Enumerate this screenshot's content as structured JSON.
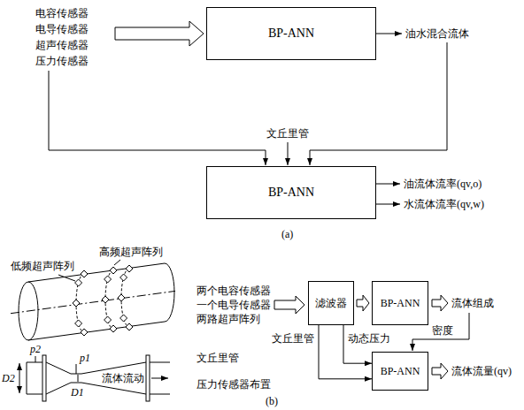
{
  "diagram": {
    "nodes": [
      {
        "text": [
          "BP-ANN"
        ]
      },
      {
        "text": [
          "BP-ANN"
        ]
      },
      {
        "text": [
          "滤波器"
        ]
      },
      {
        "text": [
          "BP-ANN"
        ]
      },
      {
        "text": [
          "BP-ANN"
        ]
      }
    ],
    "edges": [
      {
        "from": 2,
        "to": 3,
        "arrow": "to"
      },
      {
        "from": 2,
        "to": 4,
        "label": "文丘里管",
        "arrow": "to"
      },
      {
        "from": 2,
        "to": 4,
        "label": "动态压力",
        "arrow": "to"
      }
    ],
    "labels": [
      "电容传感器",
      "电导传感器",
      "超声传感器",
      "压力传感器",
      "油水混合流体",
      "文丘里管",
      "油流体流率(qv,o)",
      "水流体流率(qv,w)",
      "(a)",
      "低频超声阵列",
      "高频超声阵列",
      "p2",
      "p1",
      "D2",
      "D1",
      "流体流动",
      "文丘里管",
      "压力传感器布置",
      "两个电容传感器",
      "一个电导传感器",
      "两路超声阵列",
      "流体组成",
      "密度",
      "流体流量(qv)",
      "(b)"
    ]
  }
}
